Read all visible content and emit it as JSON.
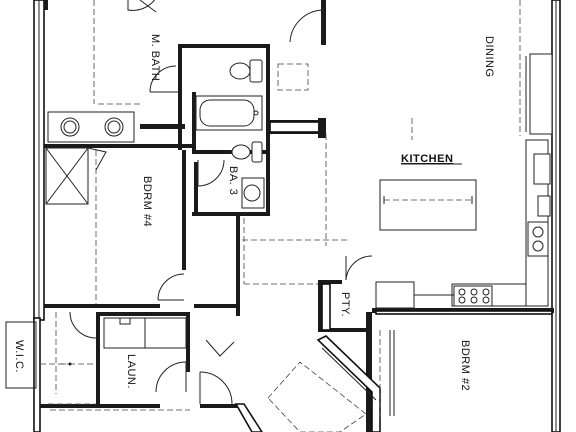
{
  "plan": {
    "rooms": {
      "master_bath": "M. BATH",
      "dining": "DINING",
      "kitchen": "KITCHEN",
      "bath_3": "BA. 3",
      "bedroom_4": "BDRM #4",
      "pantry": "PTY.",
      "walk_in_closet": "W.I.C.",
      "laundry": "LAUN.",
      "bedroom_2": "BDRM #2"
    }
  }
}
